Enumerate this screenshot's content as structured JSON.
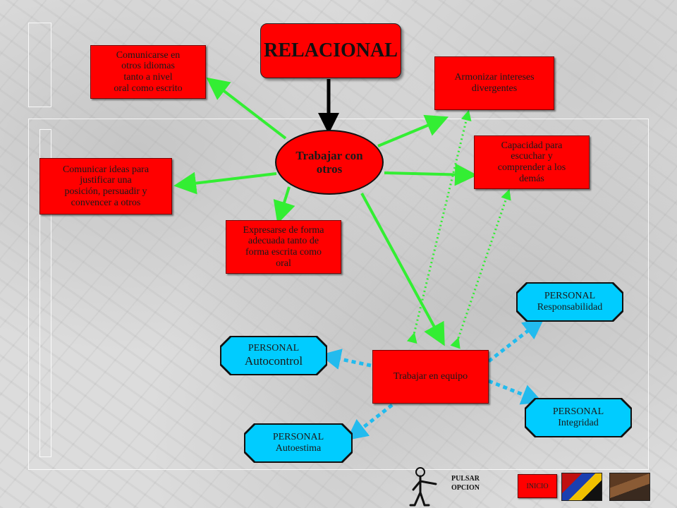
{
  "title": "RELACIONAL",
  "center": "Trabajar con\notros",
  "nodes": {
    "idiomas": "Comunicarse en\notros idiomas\ntanto a nivel\noral como escrito",
    "armonizar": "Armonizar intereses\ndivergentes",
    "escuchar": "Capacidad para\nescuchar y\ncomprender a los\ndemás",
    "ideas": "Comunicar ideas para\njustificar una\nposición, persuadir y\nconvencer a otros",
    "expresarse": "Expresarse de forma\nadecuada tanto de\nforma escrita como\noral",
    "equipo": "Trabajar en equipo"
  },
  "personal": {
    "responsabilidad": {
      "tag": "PERSONAL",
      "name": "Responsabilidad"
    },
    "autocontrol": {
      "tag": "PERSONAL",
      "name": "Autocontrol"
    },
    "integridad": {
      "tag": "PERSONAL",
      "name": "Integridad"
    },
    "autoestima": {
      "tag": "PERSONAL",
      "name": "Autoestima"
    }
  },
  "colors": {
    "node": "#ff0000",
    "personal": "#00ccff",
    "arrow": "#33ee33",
    "dotted": "#33ee33",
    "blue_dotted": "#22bbee"
  },
  "nav": {
    "pulsar": "PULSAR\nOPCION",
    "inicio": "INICIO"
  }
}
